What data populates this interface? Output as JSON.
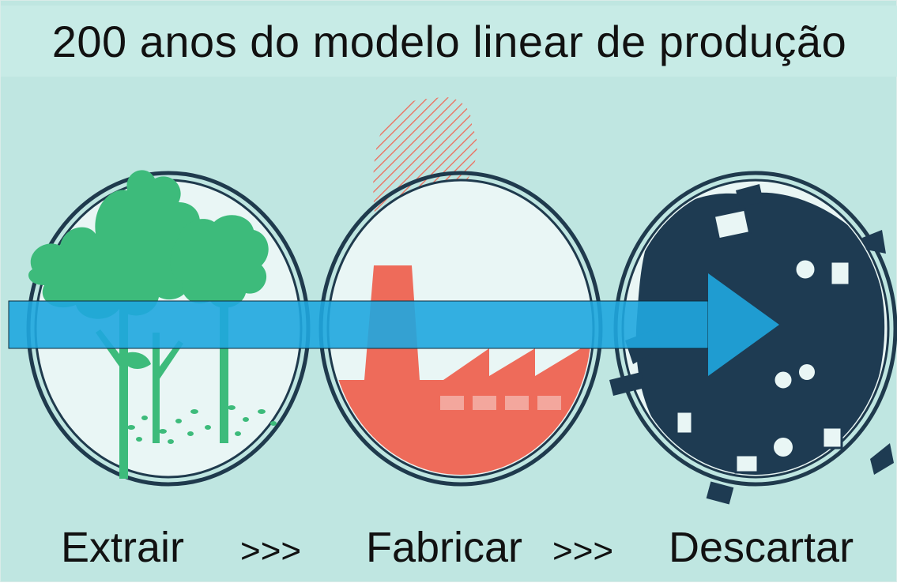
{
  "title": "200 anos do modelo linear de produção",
  "steps": {
    "extract": "Extrair",
    "manufacture": "Fabricar",
    "discard": "Descartar"
  },
  "separators": {
    "first": ">>>",
    "second": ">>>"
  },
  "colors": {
    "background": "#bfe6e1",
    "circle_fill": "#e9f6f5",
    "circle_ring": "#1f3a4d",
    "trees": "#3dbb7b",
    "factory": "#ee6b5a",
    "waste": "#1e3b52",
    "arrow": "#1fa7df"
  },
  "icons": {
    "circle_1": "trees-icon",
    "circle_2": "factory-icon",
    "circle_3": "waste-pile-icon",
    "flow": "arrow-right-icon"
  }
}
